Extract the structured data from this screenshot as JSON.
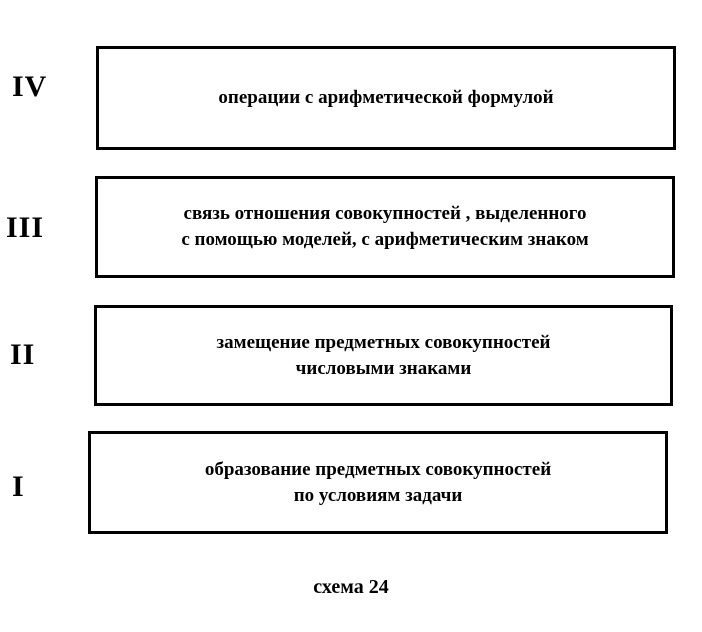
{
  "levels": [
    {
      "numeral": "IV",
      "text": "операции с арифметической формулой"
    },
    {
      "numeral": "III",
      "text": "связь отношения совокупностей , выделенного\nс помощью моделей, с арифметическим знаком"
    },
    {
      "numeral": "II",
      "text": "замещение предметных совокупностей\nчисловыми знаками"
    },
    {
      "numeral": "I",
      "text": "образование предметных совокупностей\nпо условиям задачи"
    }
  ],
  "caption": "схема 24"
}
